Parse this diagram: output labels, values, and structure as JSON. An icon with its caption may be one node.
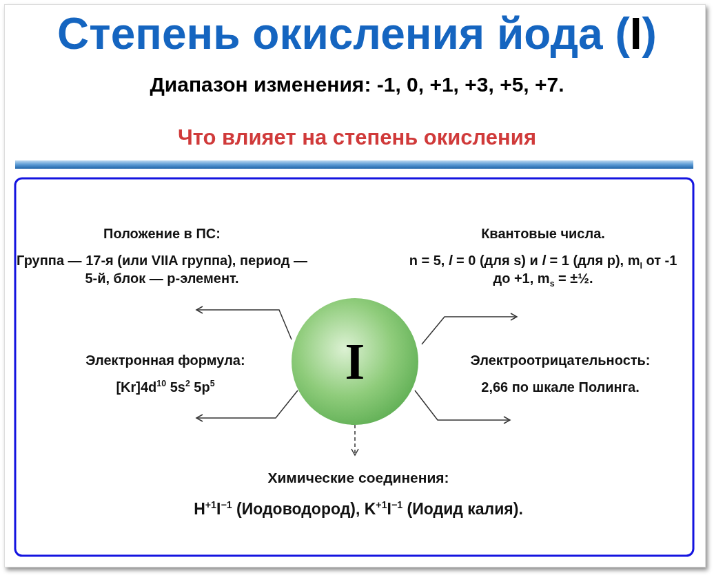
{
  "diagram": {
    "title": "Степень окисления йода (I)",
    "nodes": [
      {
        "text": [
          "I"
        ]
      },
      {
        "text": [
          "Положение в ПС:",
          "Группа — 17-я (или VIIA группа), период — 5-й, блок — p-элемент."
        ]
      },
      {
        "text": [
          "Квантовые числа.",
          "n = 5, *l* = 0 (для s) и *l* = 1 (для p), m$_{l}$ от -1 до +1, m$_{s}$ = ±½."
        ]
      },
      {
        "text": [
          "Электронная формула:",
          "[Kr]4d$^{10}$ 5s$^{2}$ 5p$^{5}$"
        ]
      },
      {
        "text": [
          "Электроотрицательность:",
          "2,66 по шкале Полинга."
        ]
      },
      {
        "text": [
          "Химические соединения:",
          "H$^{+1}$I$^{−1}$ (Иодоводород), K$^{+1}$I$^{−1}$ (Иодид калия)."
        ]
      }
    ],
    "edges": [
      {
        "from": 0,
        "to": 1,
        "arrow": "to"
      },
      {
        "from": 0,
        "to": 2,
        "arrow": "to"
      },
      {
        "from": 0,
        "to": 3,
        "arrow": "to"
      },
      {
        "from": 0,
        "to": 4,
        "arrow": "to"
      },
      {
        "from": 0,
        "to": 5,
        "arrow": "to",
        "style": "dashed"
      }
    ],
    "labels": [
      "Диапазон изменения: -1, 0, +1, +3, +5, +7.",
      "Что влияет на степень окисления"
    ]
  }
}
